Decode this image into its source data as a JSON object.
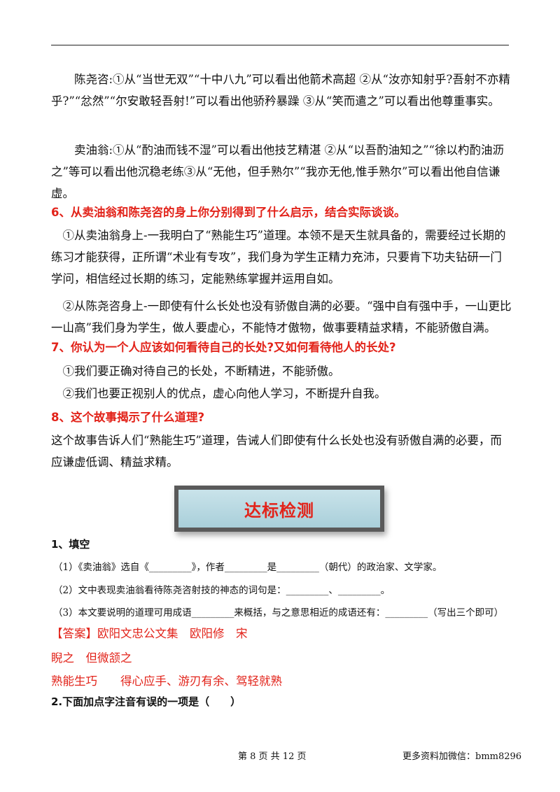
{
  "chen_paragraph": "陈尧咨:①从“当世无双”“十中八九”可以看出他箭术高超 ②从“汝亦知射乎?吾射不亦精乎?”“忿然”“尔安敢轻吾射!”可以看出他骄矜暴躁 ③从“笑而遣之”可以看出他尊重事实。",
  "oil_paragraph": "卖油翁:①从“酌油而钱不湿”可以看出他技艺精湛 ②从“以吾酌油知之”“徐以杓酌油沥之”等可以看出他沉稳老练③从“无他，但手熟尔”“我亦无他,惟手熟尔”可以看出他自信谦虚。",
  "q6": "6、从卖油翁和陈尧咨的身上你分别得到了什么启示，结合实际谈谈。",
  "q6_a1": "①从卖油翁身上-一我明白了“熟能生巧”道理。本领不是天生就具备的，需要经过长期的练习才能获得，正所谓“术业有专攻”，我们身为学生正精力充沛，只要肯下功夫钻研一门学问，相信经过长期的练习，定能熟练掌握并运用自如。",
  "q6_a2": "②从陈尧咨身上-一即使有什么长处也没有骄傲自满的必要。“强中自有强中手，一山更比一山高”我们身为学生，做人要虚心，不能恃才傲物，做事要精益求精，不能骄傲自满。",
  "q7": "7、你认为一个人应该如何看待自己的长处?又如何看待他人的长处?",
  "q7_a1": "①我们要正确对待自己的长处，不断精进，不能骄傲。",
  "q7_a2": "②我们也要正视别人的优点，虚心向他人学习，不断提升自我。",
  "q8": "8、这个故事揭示了什么道理?",
  "q8_a": "这个故事告诉人们“熟能生巧”道理，告诫人们即使有什么长处也没有骄傲自满的必要，而应谦虚低调、精益求精。",
  "banner": "达标检测",
  "s1_title": "1、填空",
  "s1_q1": "（1）《卖油翁》选自《_________》，作者_________是_________（朝代）的政治家、文学家。",
  "s1_q2": "（2）文中表现卖油翁看待陈尧咨射技的神态的词句是：_________、_________。",
  "s1_q3": "（3）本文要说明的道理可用成语_________来概括，与之意思相近的成语还有：_________（写出三个即可）",
  "ans1": "【答案】欧阳文忠公文集　欧阳修　宋",
  "ans2": "睨之　但微颔之",
  "ans3": "熟能生巧　　得心应手、游刃有余、驾轻就熟",
  "s2_title": "2.下面加点字注音有误的一项是（　　）",
  "footer_page": "第 8 页 共 12 页",
  "footer_wechat": "更多资料加微信：bmm8296"
}
